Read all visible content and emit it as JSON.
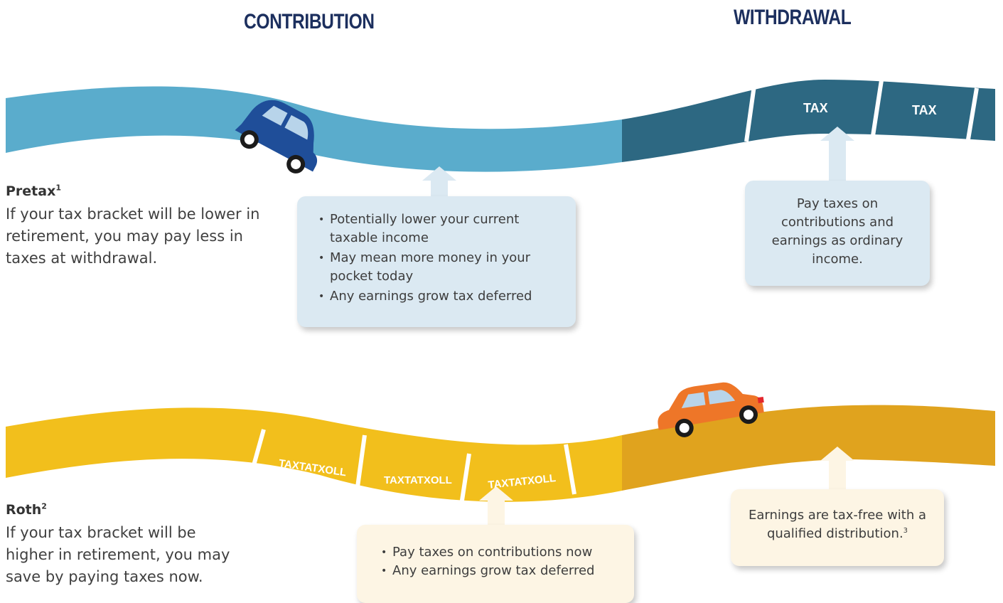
{
  "headers": {
    "contribution": "CONTRIBUTION",
    "withdrawal": "WITHDRAWAL"
  },
  "colors": {
    "pretax_road": "#5aaccc",
    "pretax_road_dark": "#2d6882",
    "roth_road": "#f2bf1c",
    "roth_road_dark": "#e0a31e",
    "header": "#1c2f5e",
    "blue_car": "#1f4e99",
    "orange_car": "#ee7628",
    "blue_card": "#dbe9f2",
    "cream_card": "#fdf5e4"
  },
  "pretax": {
    "title": "Pretax",
    "footnote": "1",
    "description": "If your tax bracket will be lower in retirement, you may pay less in taxes at withdrawal.",
    "road_labels": [
      "TAX",
      "TAX"
    ],
    "contribution_card": {
      "items": [
        "Potentially lower your current taxable income",
        "May mean more money in your pocket today",
        "Any earnings grow tax deferred"
      ]
    },
    "withdrawal_card": {
      "text": "Pay taxes on contributions and earnings as ordinary income."
    }
  },
  "roth": {
    "title": "Roth",
    "footnote": "2",
    "description": "If your tax bracket will be higher in retirement, you may save by paying taxes now.",
    "road_labels": [
      "TAXTATXOLL",
      "TAXTATXOLL",
      "TAXTATXOLL"
    ],
    "contribution_card": {
      "items": [
        "Pay taxes on contributions now",
        "Any earnings grow tax deferred"
      ]
    },
    "withdrawal_card": {
      "text": "Earnings are tax-free with a qualified distribution.",
      "footnote": "3"
    }
  },
  "icons": [
    "blue-car-icon",
    "orange-car-icon",
    "up-arrow-icon"
  ]
}
